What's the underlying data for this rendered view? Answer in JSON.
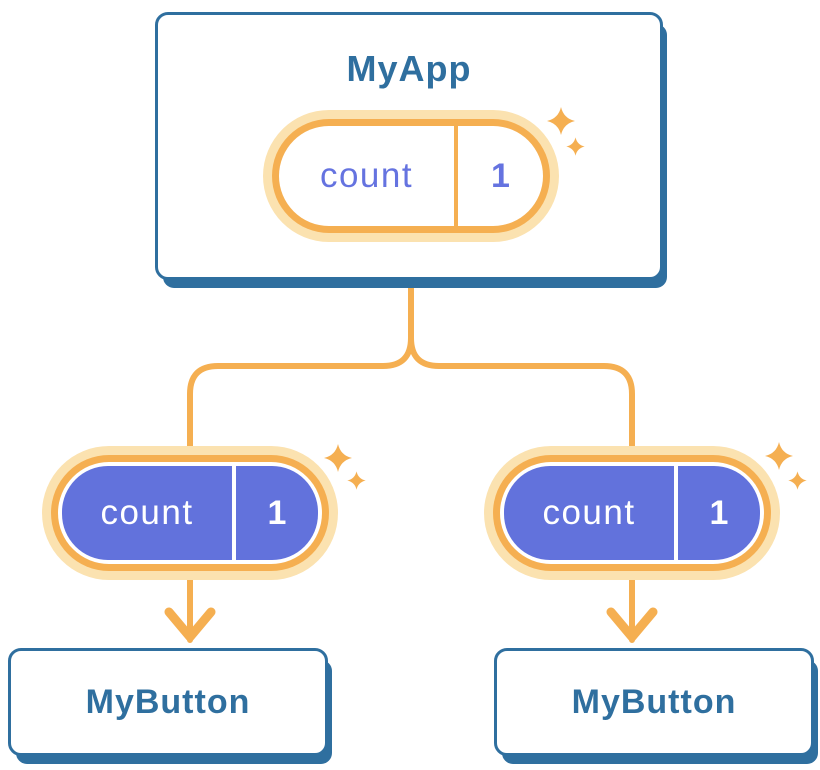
{
  "diagram": {
    "kind": "react-component-tree",
    "root": {
      "title": "MyApp",
      "state": {
        "name": "count",
        "value": "1"
      }
    },
    "children": [
      {
        "title": "MyButton",
        "prop": {
          "name": "count",
          "value": "1"
        }
      },
      {
        "title": "MyButton",
        "prop": {
          "name": "count",
          "value": "1"
        }
      }
    ],
    "colors": {
      "background": "#ffffff",
      "node_border_blue": "#2f6f9f",
      "node_text_blue": "#2f6f9f",
      "line_orange": "#f5af51",
      "halo_cream": "#fbe2b0",
      "pill_purple": "#6272dc",
      "pill_text_purple": "#6573e0",
      "pill_child_text": "#ffffff"
    }
  }
}
